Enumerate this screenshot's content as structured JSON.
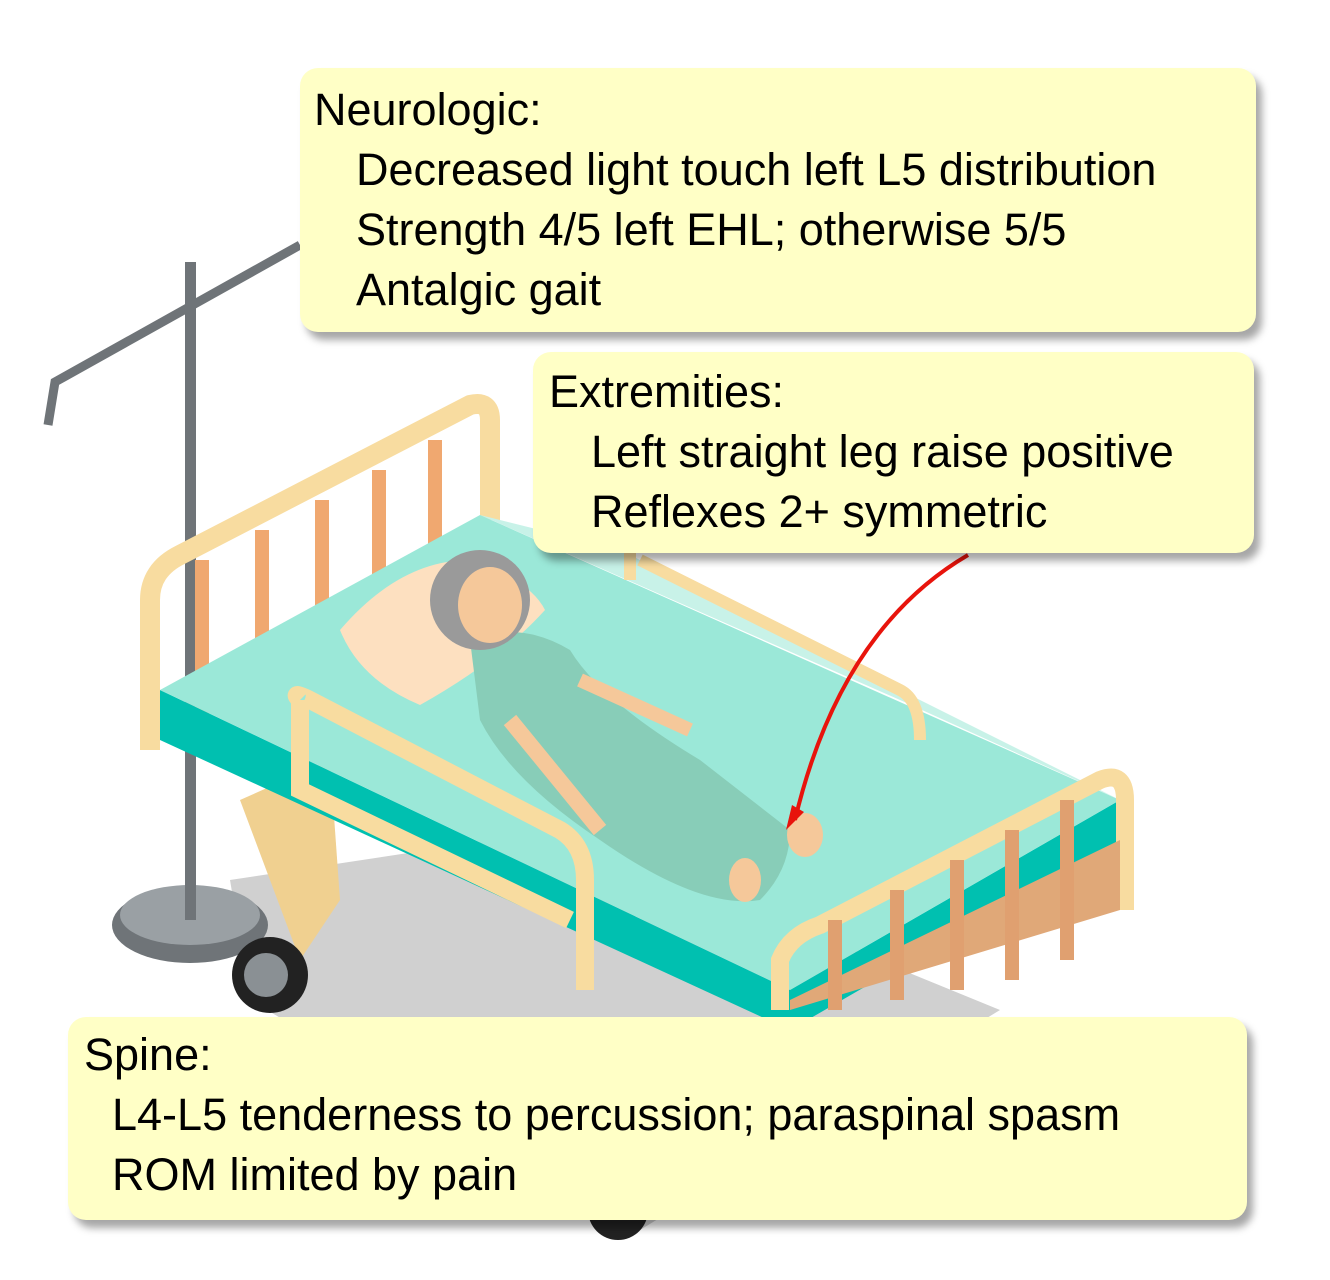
{
  "callouts": {
    "neurologic": {
      "title": "Neurologic:",
      "lines": [
        "Decreased light touch left L5 distribution",
        "Strength 4/5 left EHL; otherwise 5/5",
        "Antalgic gait"
      ]
    },
    "extremities": {
      "title": "Extremities:",
      "lines": [
        "Left straight leg raise positive",
        "Reflexes 2+ symmetric"
      ]
    },
    "spine": {
      "title": "Spine:",
      "lines": [
        "L4-L5 tenderness to percussion; paraspinal spasm",
        "ROM limited by pain"
      ]
    }
  },
  "colors": {
    "callout_bg": "#ffffc6",
    "arrow": "#e8140c",
    "mattress": "#9be8d8",
    "mattress_edge": "#00c0b0",
    "rail": "#f8dca0",
    "slat": "#f0a870"
  }
}
